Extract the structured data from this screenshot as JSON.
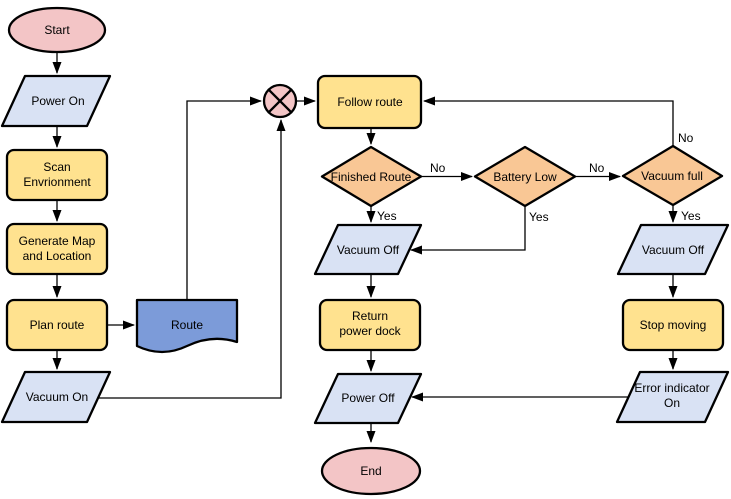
{
  "diagram": {
    "colors": {
      "terminal_fill": "#F3C5C6",
      "process_fill": "#FFE28F",
      "decision_fill": "#F9C795",
      "io_fill": "#D9E2F4",
      "data_fill": "#7C9BD9",
      "stroke": "#000000"
    },
    "nodes": {
      "start": {
        "type": "terminal",
        "label": "Start"
      },
      "power_on": {
        "type": "input-output",
        "label": "Power On"
      },
      "scan_environment": {
        "type": "process",
        "line1": "Scan",
        "line2": "Envrionment"
      },
      "generate_map": {
        "type": "process",
        "line1": "Generate Map",
        "line2": "and Location"
      },
      "plan_route": {
        "type": "process",
        "label": "Plan route"
      },
      "route": {
        "type": "document",
        "label": "Route"
      },
      "vacuum_on": {
        "type": "input-output",
        "label": "Vacuum On"
      },
      "junction": {
        "type": "summing-junction"
      },
      "follow_route": {
        "type": "process",
        "label": "Follow route"
      },
      "finished_route": {
        "type": "decision",
        "label": "Finished Route"
      },
      "battery_low": {
        "type": "decision",
        "label": "Battery Low"
      },
      "vacuum_full": {
        "type": "decision",
        "label": "Vacuum full"
      },
      "vacuum_off_mid": {
        "type": "input-output",
        "label": "Vacuum Off"
      },
      "return_power_dock": {
        "type": "process",
        "line1": "Return",
        "line2": "power dock"
      },
      "power_off": {
        "type": "input-output",
        "label": "Power Off"
      },
      "end": {
        "type": "terminal",
        "label": "End"
      },
      "vacuum_off_right": {
        "type": "input-output",
        "label": "Vacuum Off"
      },
      "stop_moving": {
        "type": "process",
        "label": "Stop moving"
      },
      "error_indicator": {
        "type": "input-output",
        "line1": "Error indicator",
        "line2": "On"
      }
    },
    "edge_labels": {
      "finished_route_no": "No",
      "finished_route_yes": "Yes",
      "battery_low_no": "No",
      "battery_low_yes": "Yes",
      "vacuum_full_no": "No",
      "vacuum_full_yes": "Yes"
    }
  }
}
